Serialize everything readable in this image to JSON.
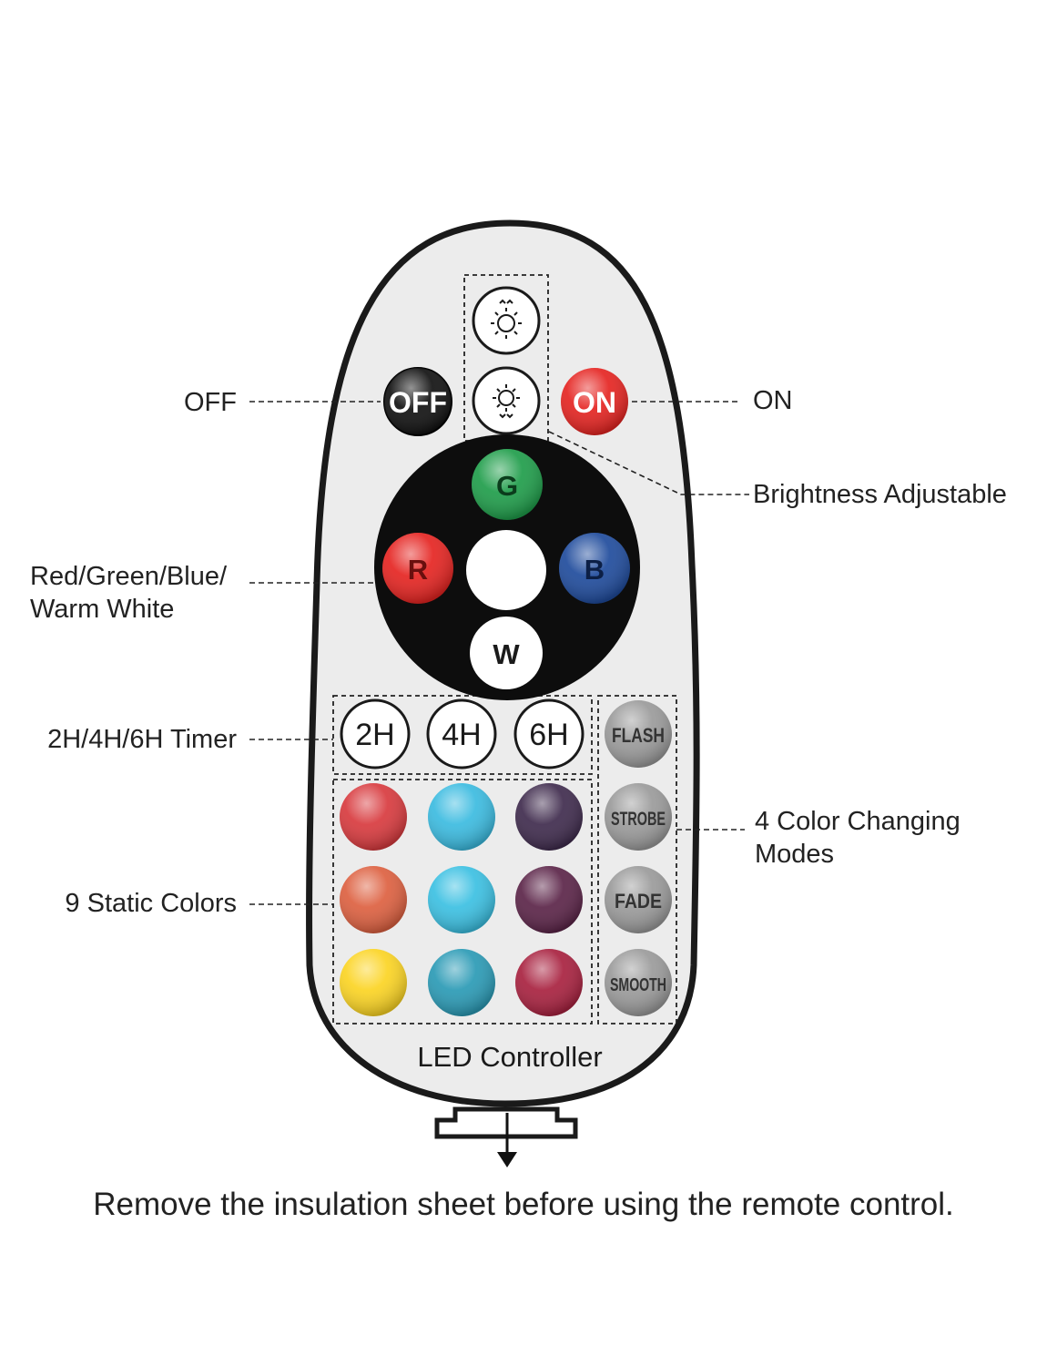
{
  "callouts": {
    "off": "OFF",
    "on": "ON",
    "brightness": "Brightness Adjustable",
    "rgbw_line1": "Red/Green/Blue/",
    "rgbw_line2": "Warm White",
    "timer": "2H/4H/6H Timer",
    "modes_line1": "4 Color Changing",
    "modes_line2": "Modes",
    "static": "9 Static Colors"
  },
  "buttons": {
    "off": "OFF",
    "on": "ON",
    "green": "G",
    "red": "R",
    "blue": "B",
    "white": "W",
    "timer": [
      "2H",
      "4H",
      "6H"
    ],
    "modes": [
      "FLASH",
      "STROBE",
      "FADE",
      "SMOOTH"
    ]
  },
  "colors": {
    "off_button": "#111111",
    "on_button": "#e52421",
    "green_button": "#1f9d4a",
    "red_button": "#e52421",
    "blue_button": "#1f4b9c",
    "mode_button": "#9a9a9a",
    "body": "#ececec",
    "static_colors": [
      "#d83a3e",
      "#3bbbe0",
      "#3f2b4d",
      "#dd6040",
      "#3bc0e2",
      "#5b2448",
      "#fbd423",
      "#2a9ab5",
      "#a8213f"
    ]
  },
  "controller_label": "LED Controller",
  "instruction": "Remove the insulation sheet before using the remote control."
}
